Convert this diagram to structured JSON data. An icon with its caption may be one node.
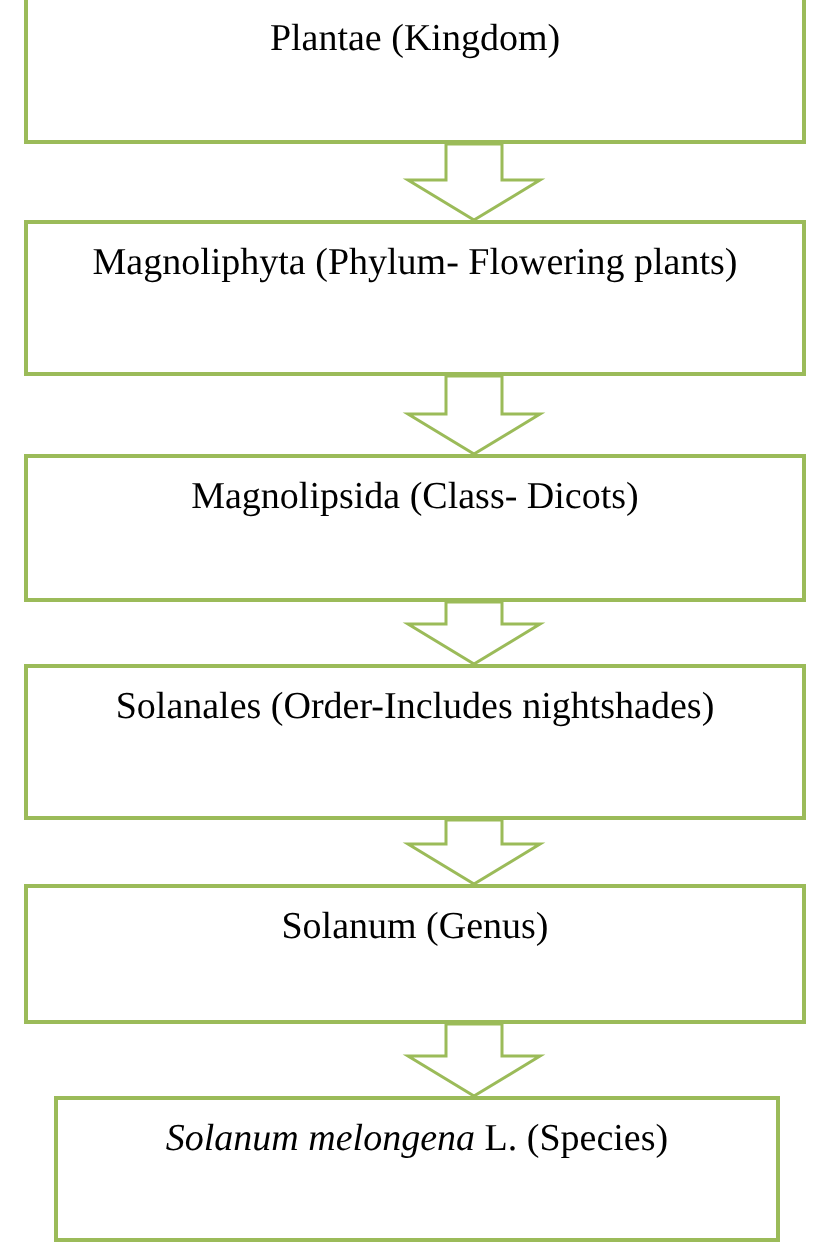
{
  "diagram": {
    "nodes": [
      {
        "text": [
          "Plantae (Kingdom)"
        ]
      },
      {
        "text": [
          "Magnoliphyta (Phylum- Flowering plants)"
        ]
      },
      {
        "text": [
          "Magnolipsida (Class- Dicots)"
        ]
      },
      {
        "text": [
          "Solanales (Order-Includes nightshades)"
        ]
      },
      {
        "text": [
          "Solanum (Genus)"
        ]
      },
      {
        "text": [
          "*Solanum melongena* L. (Species)"
        ]
      }
    ],
    "edges": [
      {
        "from": 0,
        "to": 1,
        "arrow": "to"
      },
      {
        "from": 1,
        "to": 2,
        "arrow": "to"
      },
      {
        "from": 2,
        "to": 3,
        "arrow": "to"
      },
      {
        "from": 3,
        "to": 4,
        "arrow": "to"
      },
      {
        "from": 4,
        "to": 5,
        "arrow": "to"
      }
    ]
  }
}
